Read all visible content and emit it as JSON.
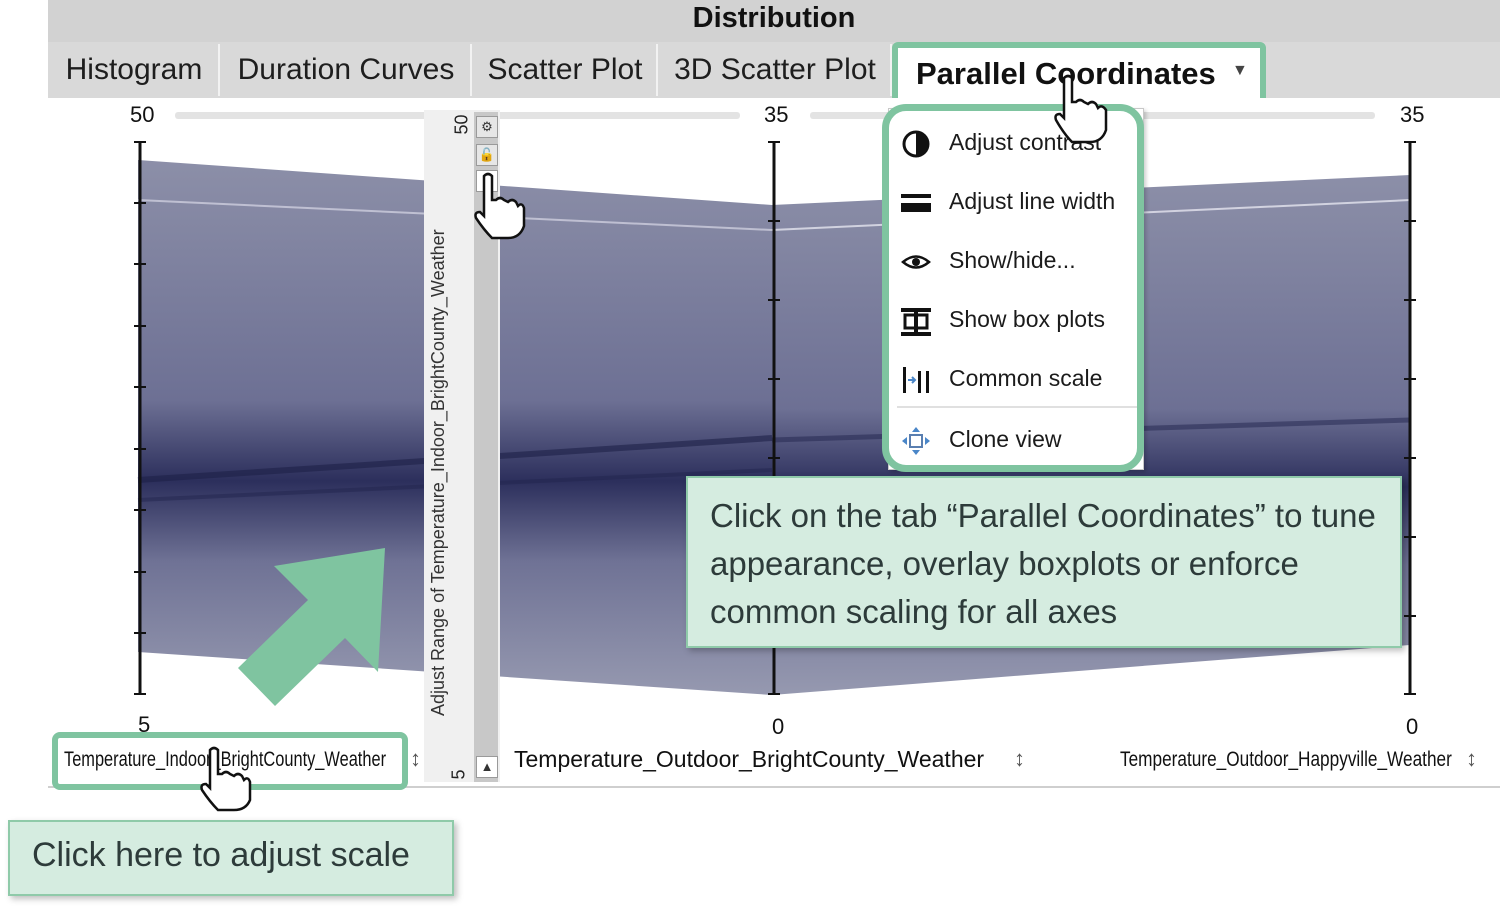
{
  "window": {
    "title": "Distribution"
  },
  "tabs": [
    {
      "label": "Histogram"
    },
    {
      "label": "Duration Curves"
    },
    {
      "label": "Scatter Plot"
    },
    {
      "label": "3D Scatter Plot"
    }
  ],
  "active_tab": {
    "label": "Parallel Coordinates",
    "dropdown_glyph": "▼"
  },
  "axes": [
    {
      "name": "Temperature_Indoor_BrightCounty_Weather",
      "max_label": "50",
      "min_label": "5",
      "sort_glyph": "↕"
    },
    {
      "name": "Temperature_Outdoor_BrightCounty_Weather",
      "max_label": "35",
      "min_label": "0",
      "sort_glyph": "↕"
    },
    {
      "name": "Temperature_Outdoor_Happyville_Weather",
      "max_label": "35",
      "min_label": "0",
      "sort_glyph": "↕"
    }
  ],
  "scale_panel": {
    "label": "Adjust Range of Temperature_Indoor_BrightCounty_Weather",
    "top_value": "50",
    "bottom_value": "5",
    "up_glyph": "▲",
    "down_glyph": "▼"
  },
  "menu": {
    "items": [
      {
        "label": "Adjust contrast",
        "icon": "contrast-icon"
      },
      {
        "label": "Adjust line width",
        "icon": "line-width-icon"
      },
      {
        "label": "Show/hide...",
        "icon": "eye-icon"
      },
      {
        "label": "Show box plots",
        "icon": "box-plot-icon"
      },
      {
        "label": "Common scale",
        "icon": "common-scale-icon"
      },
      {
        "label": "Clone view",
        "icon": "clone-view-icon"
      }
    ]
  },
  "callouts": {
    "tab_hint": "Click on the tab “Parallel Coordinates” to tune appearance, overlay boxplots or enforce common scaling for all axes",
    "scale_hint": "Click here to adjust scale"
  },
  "colors": {
    "accent": "#7fc4a0",
    "callout_bg": "#d5ece0",
    "lines": "#3c3f6a"
  }
}
